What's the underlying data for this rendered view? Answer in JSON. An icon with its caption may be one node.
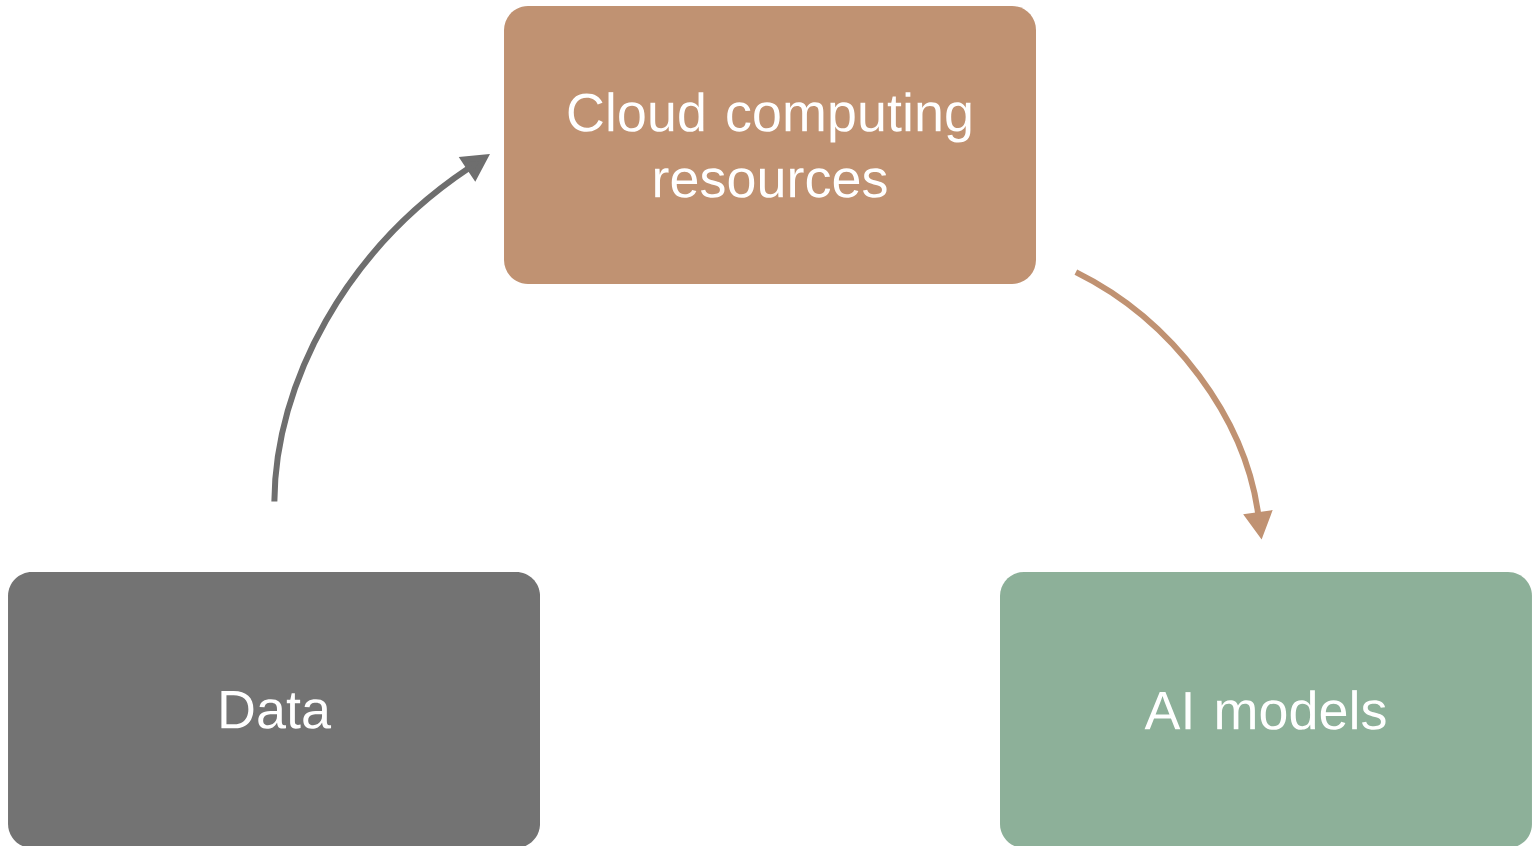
{
  "diagram": {
    "nodes": [
      {
        "text": [
          "Cloud computing resources"
        ]
      },
      {
        "text": [
          "Data"
        ]
      },
      {
        "text": [
          "AI models"
        ]
      }
    ],
    "edges": [
      {
        "from": 1,
        "to": 0,
        "arrow": "to",
        "color": "#6e6e6e"
      },
      {
        "from": 0,
        "to": 2,
        "arrow": "to",
        "color": "#c09272"
      }
    ]
  }
}
